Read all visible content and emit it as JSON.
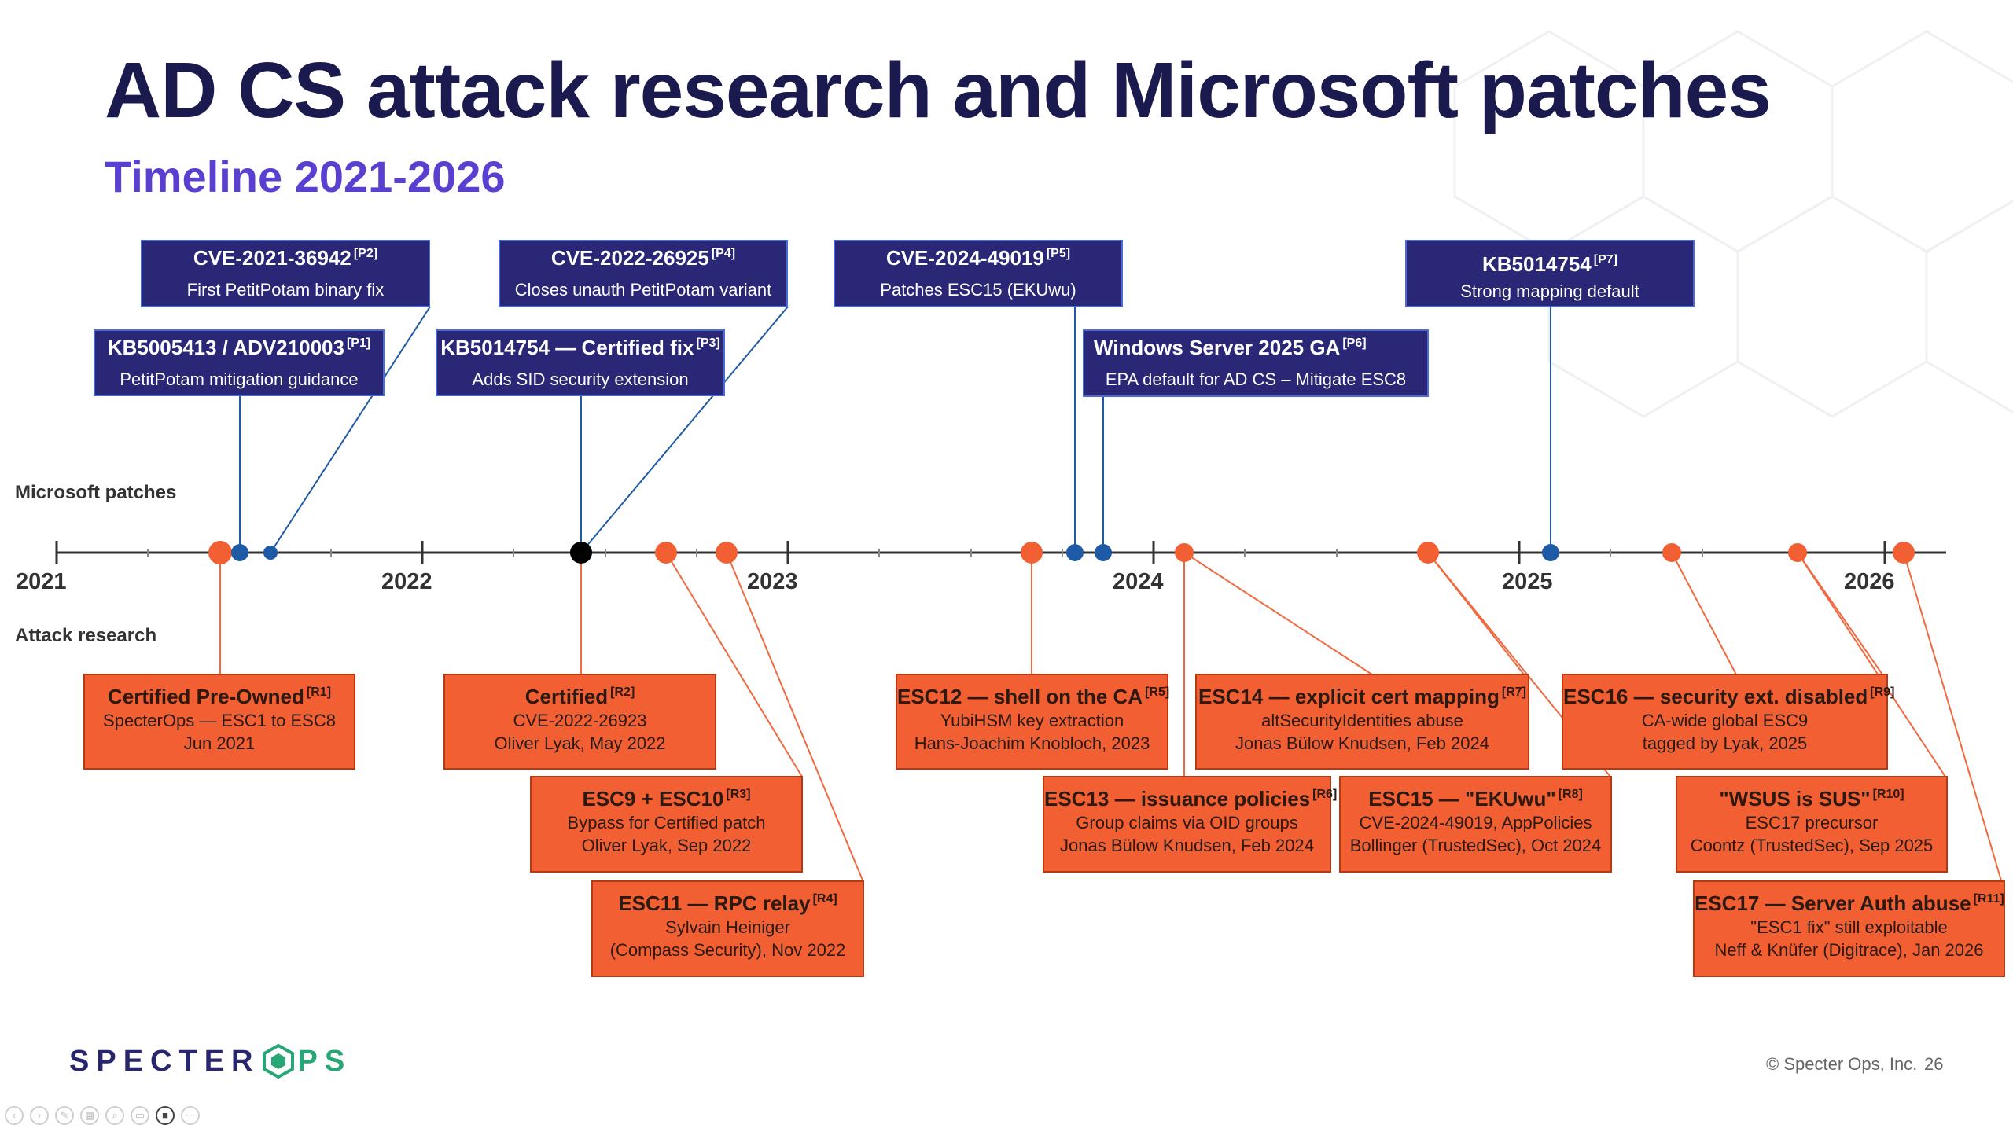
{
  "slide": {
    "title": "AD CS attack research and Microsoft patches",
    "subtitle": "Timeline 2021-2026",
    "row_labels": {
      "top": "Microsoft patches",
      "bottom": "Attack research"
    },
    "years": [
      "2021",
      "2022",
      "2023",
      "2024",
      "2025",
      "2026"
    ],
    "footer": {
      "logo_text_left": "SPECTER",
      "logo_text_right": "PS",
      "copyright": "© Specter Ops, Inc.",
      "page_number": "26"
    },
    "colors": {
      "patch_box": "#2a2777",
      "attack_box": "#f25f33",
      "patch_dot": "#1f5aa6",
      "attack_dot": "#f25f33",
      "title": "#1b1a4e",
      "subtitle": "#5b3fd0"
    },
    "patches": [
      {
        "title": "KB5005413 / ADV210003",
        "ref": "[P1]",
        "lines": [
          "PetitPotam mitigation guidance"
        ]
      },
      {
        "title": "CVE-2021-36942",
        "ref": "[P2]",
        "lines": [
          "First PetitPotam binary fix"
        ]
      },
      {
        "title": "KB5014754 — Certified fix",
        "ref": "[P3]",
        "lines": [
          "Adds SID security extension"
        ]
      },
      {
        "title": "CVE-2022-26925",
        "ref": "[P4]",
        "lines": [
          "Closes unauth PetitPotam variant"
        ]
      },
      {
        "title": "CVE-2024-49019",
        "ref": "[P5]",
        "lines": [
          "Patches ESC15 (EKUwu)"
        ]
      },
      {
        "title": "Windows Server 2025 GA",
        "ref": "[P6]",
        "lines": [
          "EPA default for AD CS – Mitigate ESC8"
        ]
      },
      {
        "title": "KB5014754",
        "ref": "[P7]",
        "lines": [
          "Strong mapping default"
        ]
      }
    ],
    "research": [
      {
        "title": "Certified Pre-Owned",
        "ref": "[R1]",
        "lines": [
          "SpecterOps — ESC1 to ESC8",
          "Jun 2021"
        ]
      },
      {
        "title": "Certified",
        "ref": "[R2]",
        "lines": [
          "CVE-2022-26923",
          "Oliver Lyak, May 2022"
        ]
      },
      {
        "title": "ESC9 + ESC10",
        "ref": "[R3]",
        "lines": [
          "Bypass for Certified patch",
          "Oliver Lyak, Sep 2022"
        ]
      },
      {
        "title": "ESC11 — RPC relay",
        "ref": "[R4]",
        "lines": [
          "Sylvain Heiniger",
          "(Compass Security), Nov 2022"
        ]
      },
      {
        "title": "ESC12 — shell on the CA",
        "ref": "[R5]",
        "lines": [
          "YubiHSM key extraction",
          "Hans-Joachim Knobloch, 2023"
        ]
      },
      {
        "title": "ESC13 — issuance policies",
        "ref": "[R6]",
        "lines": [
          "Group claims via OID groups",
          "Jonas Bülow Knudsen, Feb 2024"
        ]
      },
      {
        "title": "ESC14 — explicit cert mapping",
        "ref": "[R7]",
        "lines": [
          "altSecurityIdentities abuse",
          "Jonas Bülow Knudsen, Feb 2024"
        ]
      },
      {
        "title": "ESC15 — \"EKUwu\"",
        "ref": "[R8]",
        "lines": [
          "CVE-2024-49019, AppPolicies",
          "Bollinger (TrustedSec), Oct 2024"
        ]
      },
      {
        "title": "ESC16 — security ext. disabled",
        "ref": "[R9]",
        "lines": [
          "CA-wide global ESC9",
          "tagged by Lyak, 2025"
        ]
      },
      {
        "title": "\"WSUS is SUS\"",
        "ref": "[R10]",
        "lines": [
          "ESC17 precursor",
          "Coontz (TrustedSec), Sep 2025"
        ]
      },
      {
        "title": "ESC17 — Server Auth abuse",
        "ref": "[R11]",
        "lines": [
          "\"ESC1 fix\" still exploitable",
          "Neff & Knüfer (Digitrace), Jan 2026"
        ]
      }
    ]
  }
}
